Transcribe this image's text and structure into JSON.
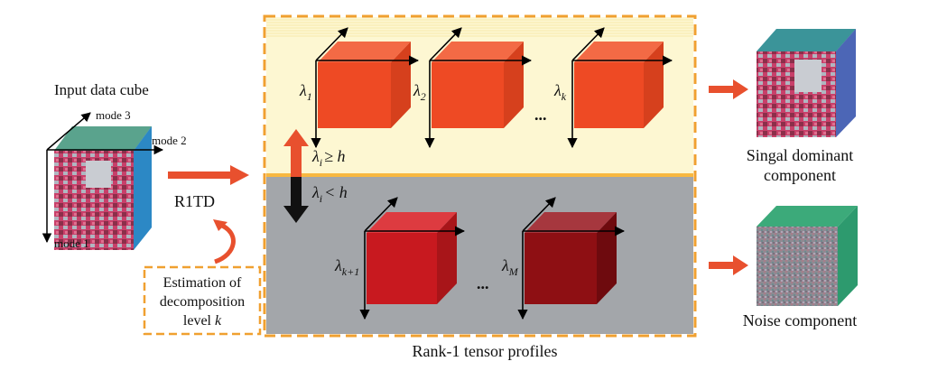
{
  "input": {
    "title": "Input data cube",
    "mode1": "mode 1",
    "mode2": "mode 2",
    "mode3": "mode 3"
  },
  "r1td_label": "R1TD",
  "estimation": {
    "line1": "Estimation of",
    "line2": "decomposition",
    "line3_prefix": "level ",
    "line3_var": "k"
  },
  "upper_band": {
    "threshold": {
      "lambda": "λ",
      "sub": "i",
      "op": "≥ h"
    },
    "cubes": [
      {
        "lambda": "λ",
        "sub": "1"
      },
      {
        "lambda": "λ",
        "sub": "2"
      },
      {
        "lambda": "λ",
        "sub": "k"
      }
    ],
    "ellipsis": "...",
    "cube_color": "#ee4a24"
  },
  "lower_band": {
    "threshold": {
      "lambda": "λ",
      "sub": "i",
      "op": "< h"
    },
    "cubes": [
      {
        "lambda": "λ",
        "sub": "k+1"
      },
      {
        "lambda": "λ",
        "sub": "M"
      }
    ],
    "ellipsis": "...",
    "cube_colors": [
      "#c8191f",
      "#8e0f13"
    ]
  },
  "caption": "Rank-1 tensor profiles",
  "outputs": {
    "signal_line1": "Singal dominant",
    "signal_line2": "component",
    "noise": "Noise component"
  },
  "colors": {
    "arrow": "#e8502e",
    "dash": "#f0a030",
    "upper_bg": "#fdf7d2",
    "lower_bg": "#a3a6aa"
  }
}
